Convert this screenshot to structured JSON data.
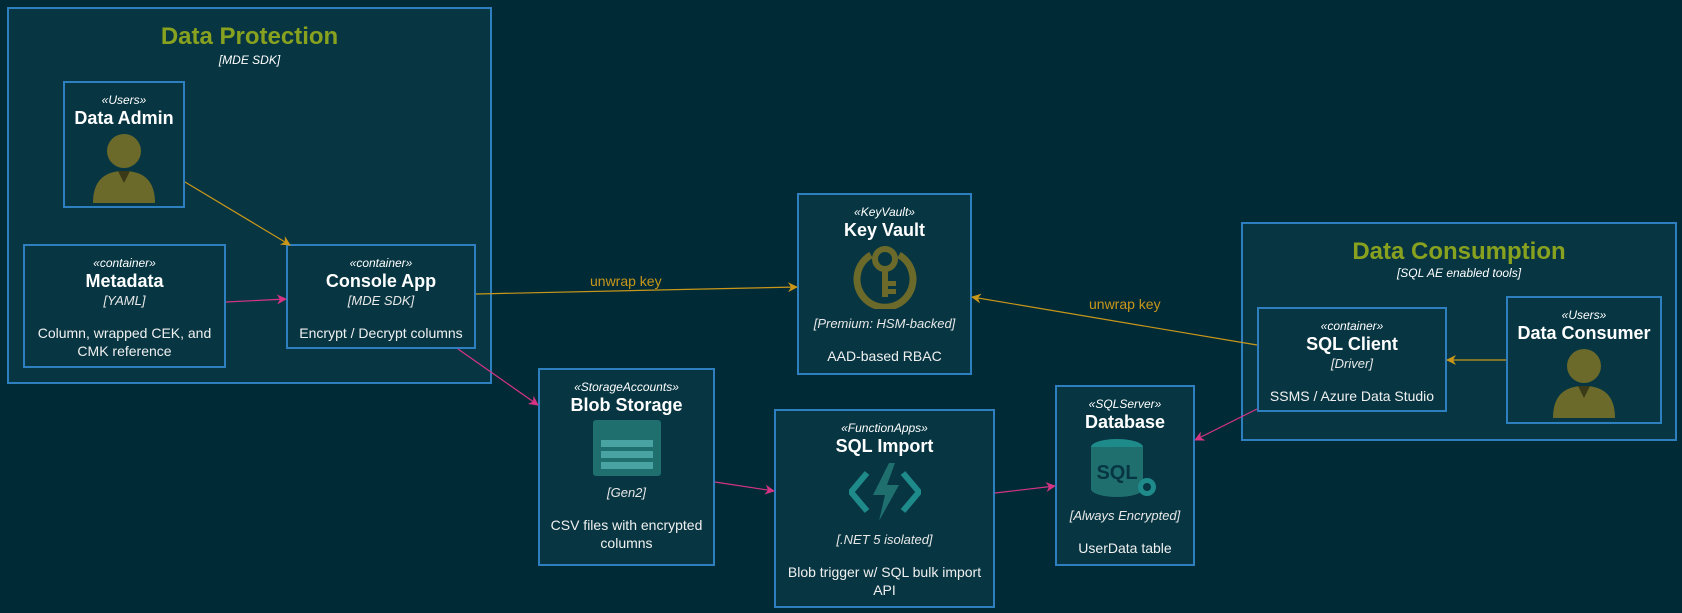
{
  "boundaries": {
    "protection": {
      "title": "Data Protection",
      "sub": "[MDE SDK]"
    },
    "consumption": {
      "title": "Data Consumption",
      "sub": "[SQL AE enabled tools]"
    }
  },
  "nodes": {
    "data_admin": {
      "stereo": "«Users»",
      "title": "Data Admin"
    },
    "metadata": {
      "stereo": "«container»",
      "title": "Metadata",
      "tech": "[YAML]",
      "desc": "Column, wrapped CEK, and CMK reference"
    },
    "console_app": {
      "stereo": "«container»",
      "title": "Console App",
      "tech": "[MDE SDK]",
      "desc": "Encrypt / Decrypt columns"
    },
    "key_vault": {
      "stereo": "«KeyVault»",
      "title": "Key Vault",
      "tech": "[Premium: HSM-backed]",
      "desc": "AAD-based RBAC"
    },
    "blob_storage": {
      "stereo": "«StorageAccounts»",
      "title": "Blob Storage",
      "tech": "[Gen2]",
      "desc": "CSV files with encrypted columns"
    },
    "sql_import": {
      "stereo": "«FunctionApps»",
      "title": "SQL Import",
      "tech": "[.NET 5 isolated]",
      "desc": "Blob trigger w/ SQL bulk import API"
    },
    "database": {
      "stereo": "«SQLServer»",
      "title": "Database",
      "tech": "[Always Encrypted]",
      "desc": "UserData table"
    },
    "sql_client": {
      "stereo": "«container»",
      "title": "SQL Client",
      "tech": "[Driver]",
      "desc": "SSMS / Azure Data Studio"
    },
    "data_consumer": {
      "stereo": "«Users»",
      "title": "Data Consumer"
    }
  },
  "edges": {
    "console_to_kv": "unwrap key",
    "client_to_kv": "unwrap key"
  },
  "colors": {
    "background": "#002b36",
    "node_fill": "#073642",
    "border": "#2e7fbf",
    "boundary_title": "#88a11f",
    "edge_gold": "#c9961a",
    "edge_pink": "#d63384",
    "person_icon": "#6b6a2a"
  },
  "icons": {
    "data_admin": "person-icon",
    "data_consumer": "person-icon",
    "key_vault": "key-vault-icon",
    "blob_storage": "storage-icon",
    "sql_import": "function-icon",
    "database": "sql-database-icon"
  }
}
